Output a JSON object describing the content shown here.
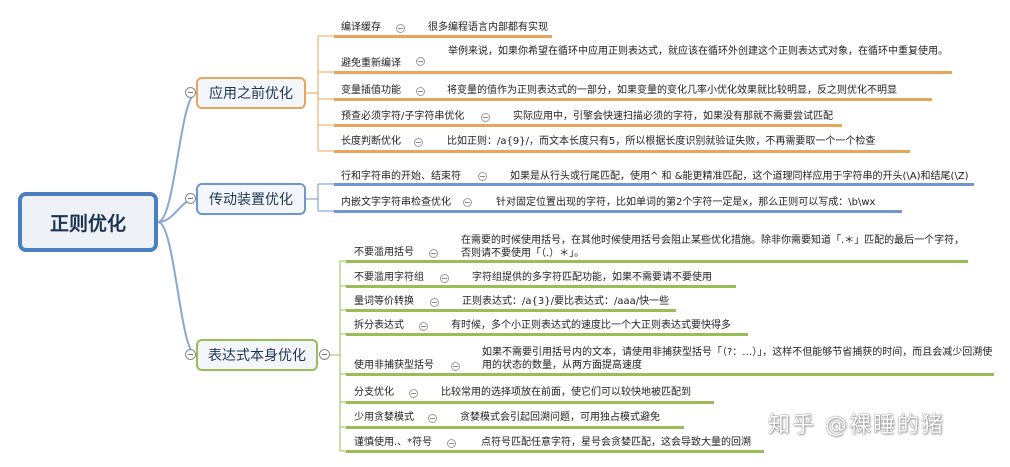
{
  "root": {
    "label": "正则优化"
  },
  "branches": [
    {
      "label": "应用之前优化",
      "items": [
        {
          "label": "编译缓存",
          "desc": "很多编程语言内部都有实现"
        },
        {
          "label": "避免重新编译",
          "desc": "举例来说，如果你希望在循环中应用正则表达式，就应该在循环外创建这个正则表达式对象，在循环中重复使用。"
        },
        {
          "label": "变量插值功能",
          "desc": "将变量的值作为正则表达式的一部分，如果变量的变化几率小优化效果就比较明显，反之则优化不明显"
        },
        {
          "label": "预查必须字符/子字符串优化",
          "desc": "实际应用中，引擎会快速扫描必须的字符，如果没有那就不需要尝试匹配"
        },
        {
          "label": "长度判断优化",
          "desc": "比如正则：/a{9}/，而文本长度只有5，所以根据长度识别就验证失败，不再需要取一个一个检查"
        }
      ]
    },
    {
      "label": "传动装置优化",
      "items": [
        {
          "label": "行和字符串的开始、结束符",
          "desc": "如果是从行头或行尾匹配，使用^ 和 &能更精准匹配，这个道理同样应用于字符串的开头(\\A)和结尾(\\Z)"
        },
        {
          "label": "内嵌文字字符串检查优化",
          "desc": "针对固定位置出现的字符，比如单词的第2个字符一定是x，那么正则可以写成：\\b\\wx"
        }
      ]
    },
    {
      "label": "表达式本身优化",
      "items": [
        {
          "label": "不要滥用括号",
          "desc": "在需要的时候使用括号，在其他时候使用括号会阻止某些优化措施。除非你需要知道「.＊」匹配的最后一个字符，否则请不要使用「（.）＊」。"
        },
        {
          "label": "不要滥用字符组",
          "desc": "字符组提供的多字符匹配功能，如果不需要请不要使用"
        },
        {
          "label": "量词等价转换",
          "desc": "正则表达式：/a{3}/要比表达式：/aaa/快一些"
        },
        {
          "label": "拆分表达式",
          "desc": "有时候，多个小正则表达式的速度比一个大正则表达式要快得多"
        },
        {
          "label": "使用非捕获型括号",
          "desc": "如果不需要引用括号内的文本，请使用非捕获型括号「（?：…）」，这样不但能够节省捕获的时间，而且会减少回溯使用的状态的数量，从两方面提高速度"
        },
        {
          "label": "分支优化",
          "desc": "比较常用的选择项放在前面，使它们可以较快地被匹配到"
        },
        {
          "label": "少用贪婪模式",
          "desc": "贪婪模式会引起回溯问题，可用独占模式避免"
        },
        {
          "label": "谨慎使用.、*符号",
          "desc": "点符号匹配任意字符，星号会贪婪匹配，这会导致大量的回溯"
        }
      ]
    }
  ],
  "watermark": "知乎 @裸睡的猪",
  "colors": {
    "orange": "#e8a65a",
    "blue": "#6f97cf",
    "green": "#9bbd57",
    "root_border": "#4a7fc1"
  }
}
